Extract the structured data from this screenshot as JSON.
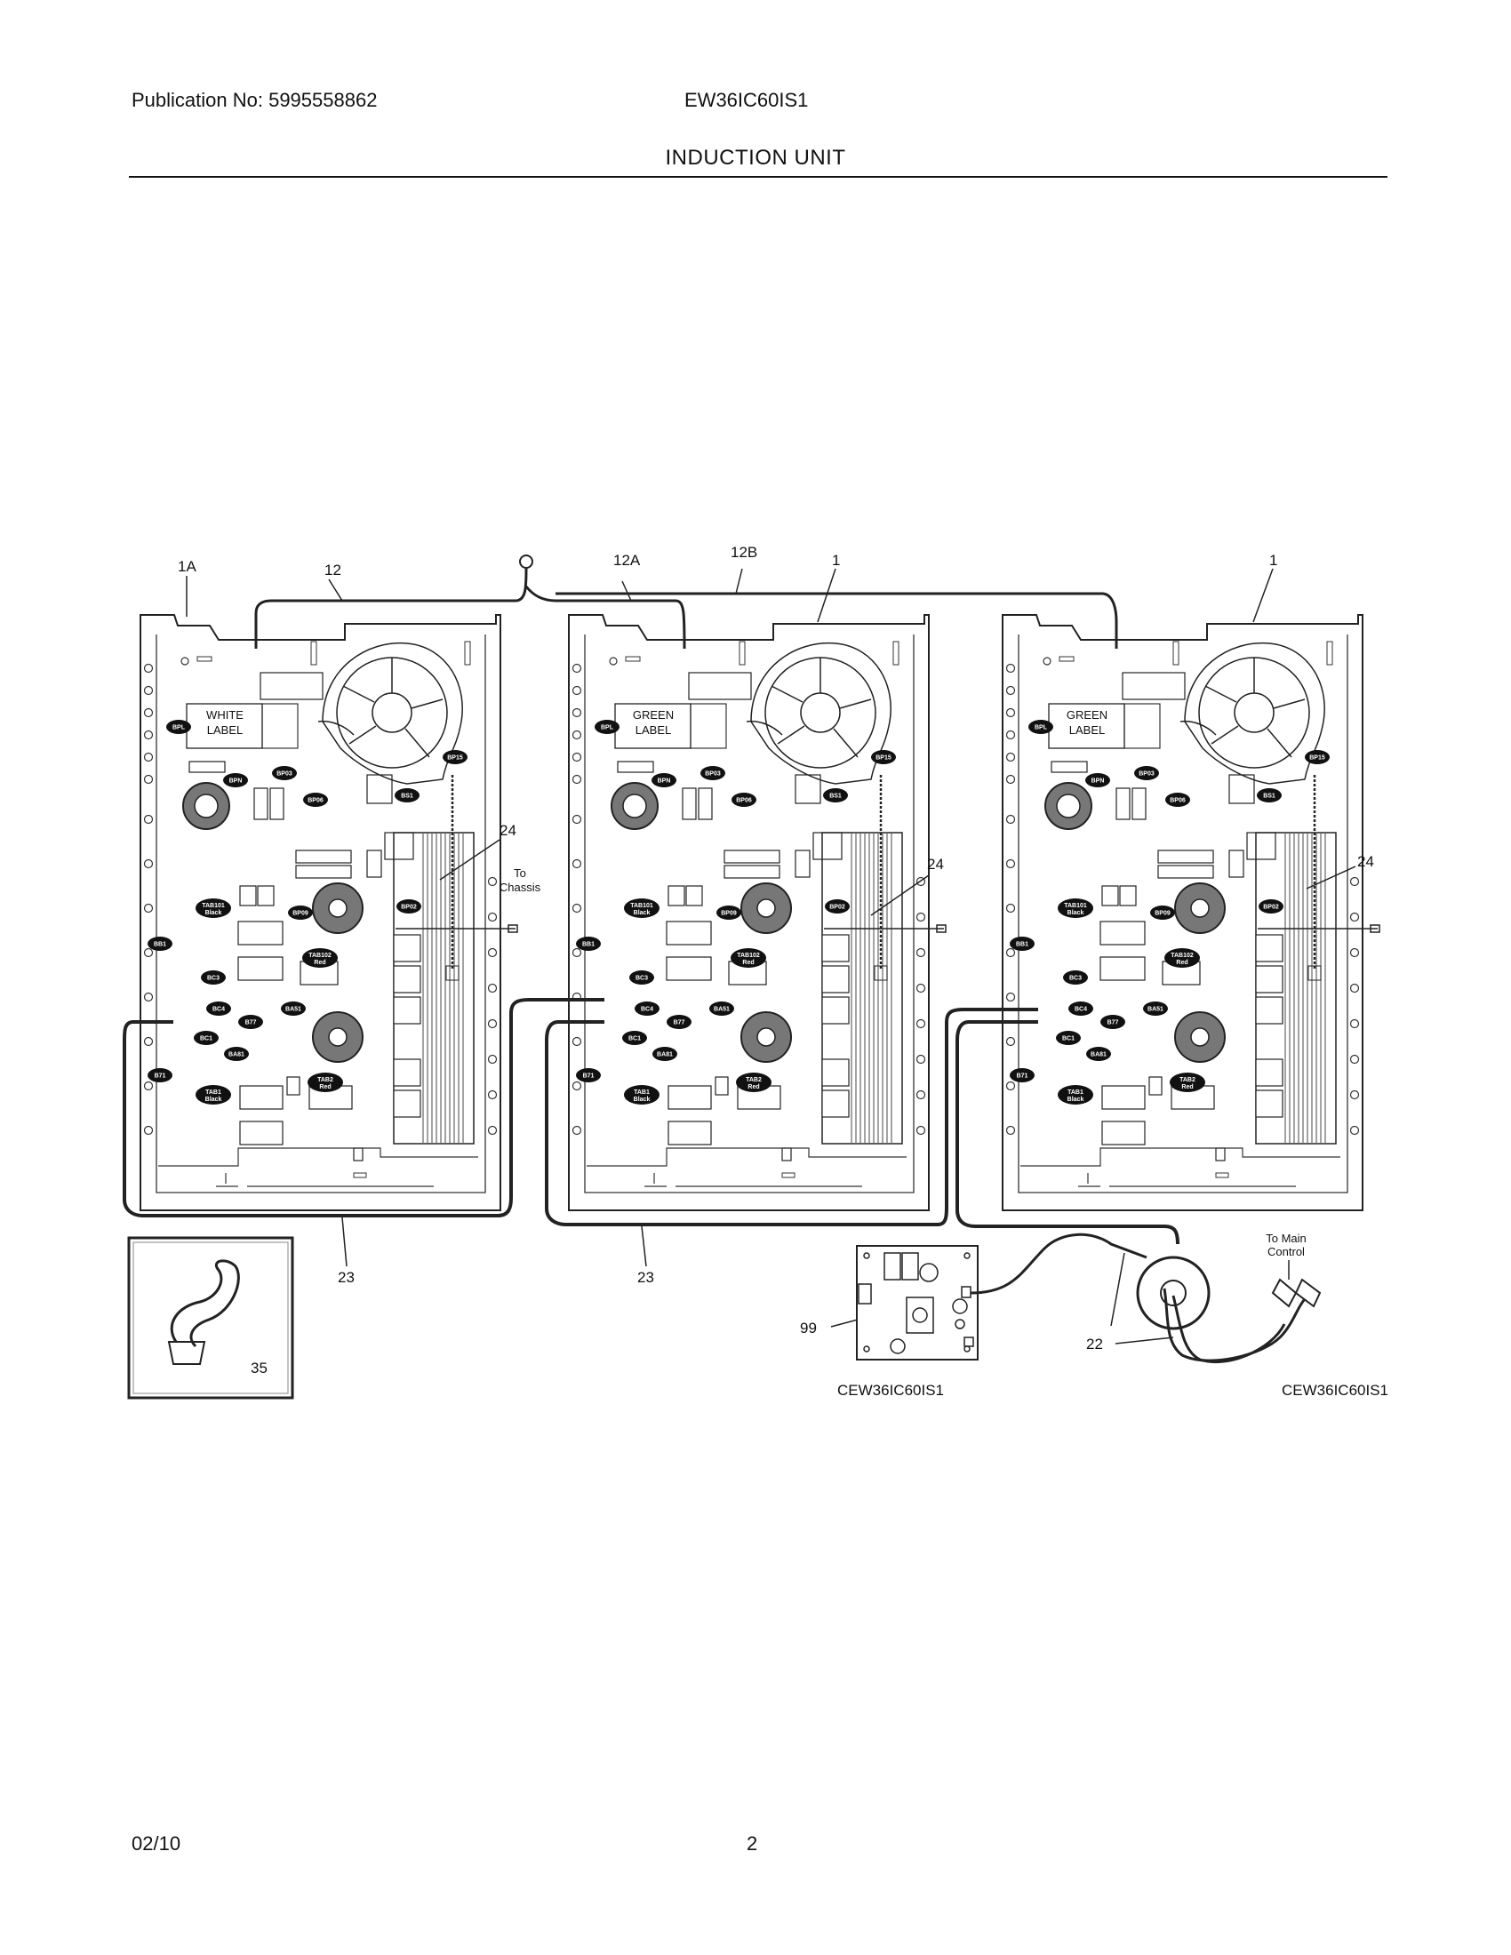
{
  "header": {
    "publication": "Publication No: 5995558862",
    "model": "EW36IC60IS1",
    "section_title": "INDUCTION UNIT"
  },
  "footer": {
    "date": "02/10",
    "page": "2"
  },
  "diagram": {
    "modules": [
      {
        "label": "WHITE LABEL",
        "line1": "WHITE",
        "line2": "LABEL"
      },
      {
        "label": "GREEN LABEL",
        "line1": "GREEN",
        "line2": "LABEL"
      },
      {
        "label": "GREEN LABEL",
        "line1": "GREEN",
        "line2": "LABEL"
      }
    ],
    "board_tags": [
      "BPL",
      "BPN",
      "BP03",
      "BP06",
      "BS1",
      "BP15",
      "BP09",
      "BP02",
      "TAB101 Black",
      "TAB102 Red",
      "BB1",
      "BC3",
      "BC4",
      "B77",
      "BA51",
      "BC1",
      "BA81",
      "B71",
      "TAB1 Black",
      "TAB2 Red"
    ],
    "callouts": [
      "1A",
      "12",
      "12A",
      "12B",
      "1",
      "1",
      "24",
      "24",
      "24",
      "23",
      "23",
      "35",
      "99",
      "22"
    ],
    "notes": {
      "to_chassis_1": "To",
      "to_chassis_2": "Chassis",
      "to_main_1": "To Main",
      "to_main_2": "Control",
      "variant_99": "CEW36IC60IS1",
      "variant_22": "CEW36IC60IS1"
    }
  }
}
